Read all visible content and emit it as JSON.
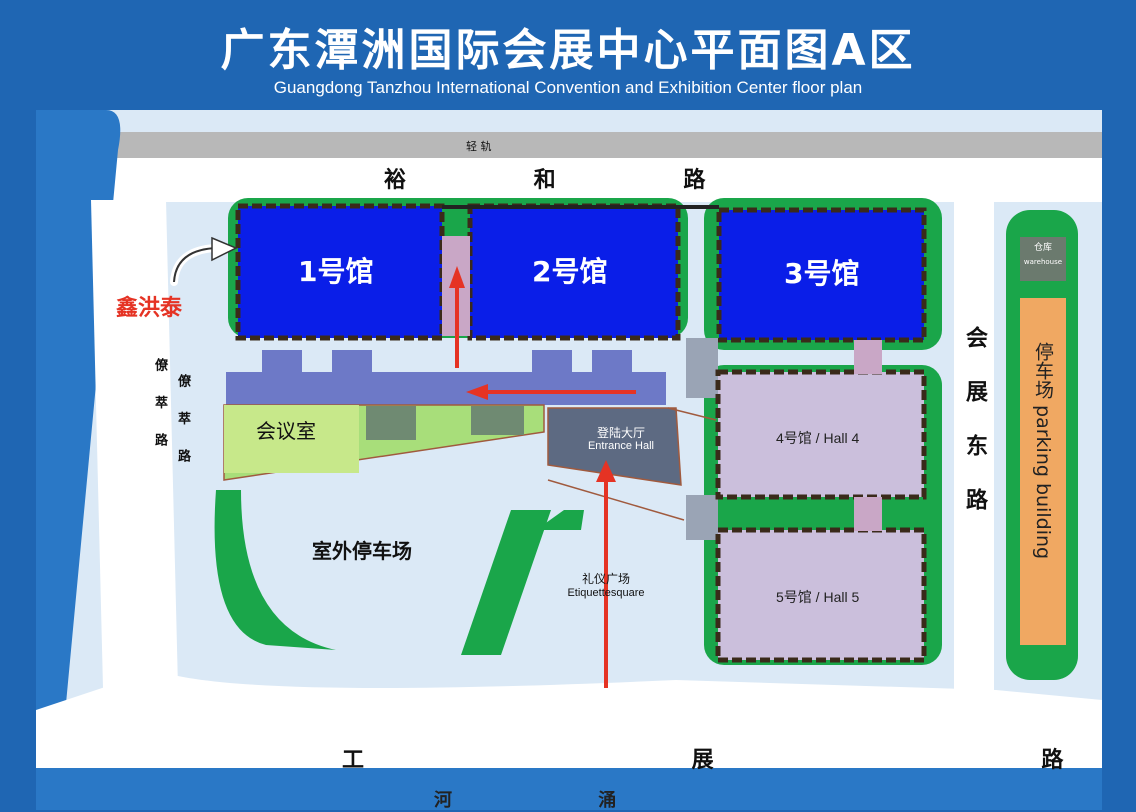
{
  "header": {
    "title": "广东潭洲国际会展中心平面图A区",
    "subtitle": "Guangdong Tanzhou International Convention and Exhibition Center floor plan"
  },
  "roads": {
    "light_rail": "轻 轨",
    "north": "裕 和 路",
    "south": "工 展 路",
    "east": "会展东路",
    "west": "僚 萃 路",
    "west_inner": "僚 萃 路",
    "river": "河 涌"
  },
  "halls": {
    "hall1": "1号馆",
    "hall2": "2号馆",
    "hall3": "3号馆",
    "hall4": "4号馆 / Hall 4",
    "hall5": "5号馆 / Hall 5"
  },
  "areas": {
    "meeting_room": "会议室",
    "entrance_cn": "登陆大厅",
    "entrance_en": "Entrance Hall",
    "etiquette_cn": "礼仪广场",
    "etiquette_en": "Etiquettesquare",
    "outdoor_parking": "室外停车场",
    "warehouse_cn": "仓库",
    "warehouse_en": "warehouse",
    "parking_building": "停车场 parking building"
  },
  "marker": {
    "label": "鑫洪泰",
    "color": "#e53324"
  },
  "colors": {
    "blue_hall": "#0a1ee8",
    "lavender_hall": "#cbbfdc",
    "corridor": "#6d79c7",
    "green": "#1aa64a",
    "arrow_red": "#e53324",
    "parking_orange": "#f0a862"
  }
}
